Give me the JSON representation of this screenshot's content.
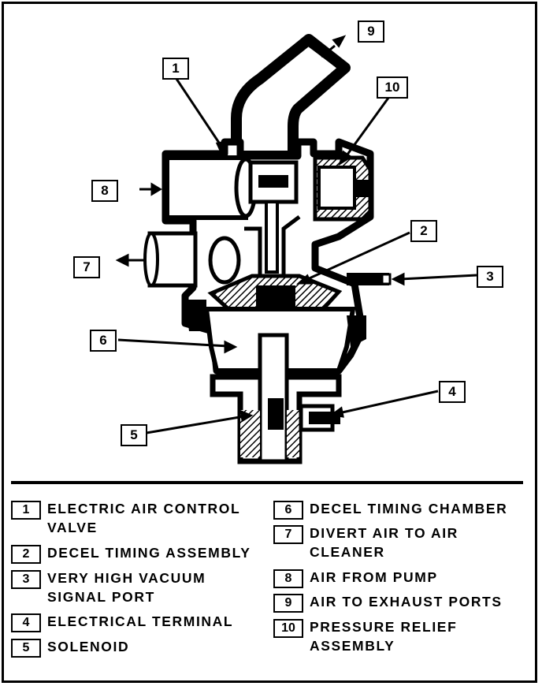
{
  "callouts": [
    {
      "num": "1"
    },
    {
      "num": "2"
    },
    {
      "num": "3"
    },
    {
      "num": "4"
    },
    {
      "num": "5"
    },
    {
      "num": "6"
    },
    {
      "num": "7"
    },
    {
      "num": "8"
    },
    {
      "num": "9"
    },
    {
      "num": "10"
    }
  ],
  "legend": [
    {
      "num": "1",
      "text": "ELECTRIC AIR CONTROL\nVALVE"
    },
    {
      "num": "2",
      "text": "DECEL TIMING ASSEMBLY"
    },
    {
      "num": "3",
      "text": "VERY HIGH VACUUM\nSIGNAL PORT"
    },
    {
      "num": "4",
      "text": "ELECTRICAL TERMINAL"
    },
    {
      "num": "5",
      "text": "SOLENOID"
    },
    {
      "num": "6",
      "text": "DECEL TIMING CHAMBER"
    },
    {
      "num": "7",
      "text": "DIVERT AIR TO AIR\nCLEANER"
    },
    {
      "num": "8",
      "text": "AIR FROM PUMP"
    },
    {
      "num": "9",
      "text": "AIR TO EXHAUST PORTS"
    },
    {
      "num": "10",
      "text": "PRESSURE RELIEF\nASSEMBLY"
    }
  ]
}
